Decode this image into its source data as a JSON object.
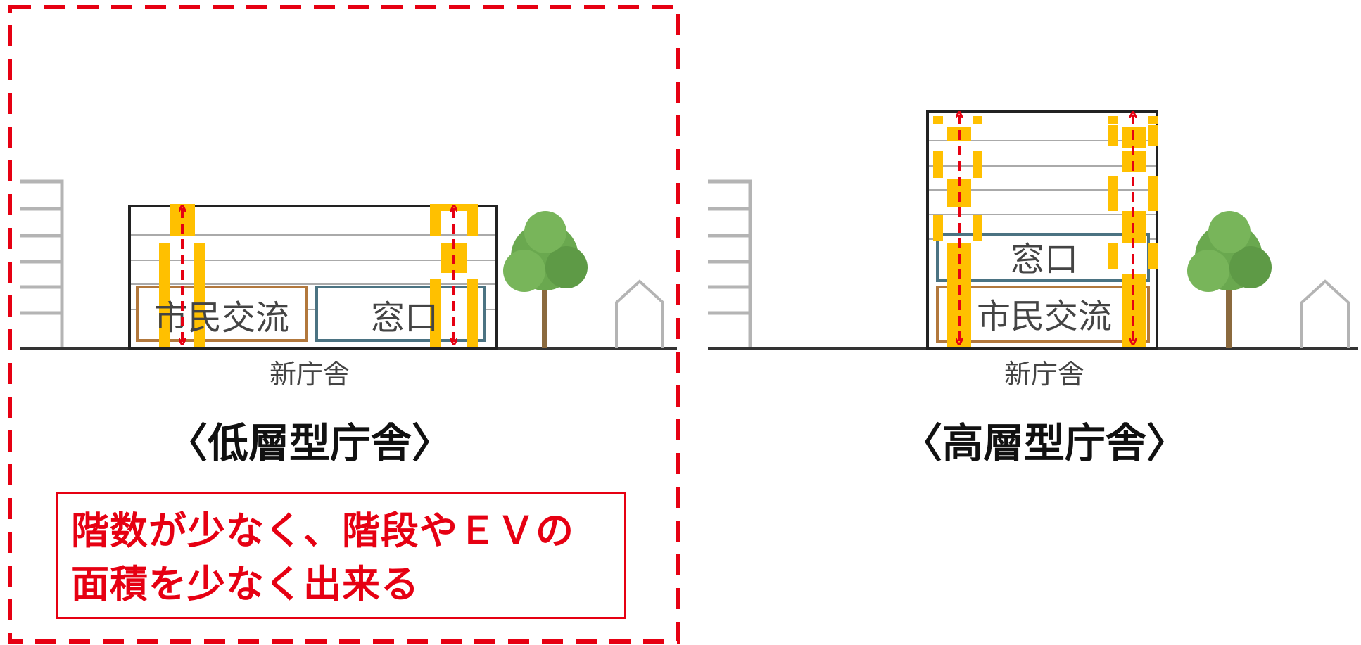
{
  "colors": {
    "highlight_dash": "#e60012",
    "core_yellow": "#ffc000",
    "arrow_red": "#e60012",
    "civic_box": "#b2783c",
    "window_box": "#4b7382",
    "ground": "#333333",
    "neighbor_building": "#b4b4b4",
    "tree_foliage": "#6aa84f",
    "tree_trunk": "#8b6a3e"
  },
  "low_rise": {
    "civic_exchange_label": "市民交流",
    "window_label": "窓口",
    "building_label": "新庁舎",
    "caption": "〈低層型庁舎〉"
  },
  "high_rise": {
    "window_label": "窓口",
    "civic_exchange_label": "市民交流",
    "building_label": "新庁舎",
    "caption": "〈高層型庁舎〉"
  },
  "note": {
    "line1": "階数が少なく、階段やＥＶの",
    "line2": "面積を少なく出来る"
  },
  "icons": [
    "house-icon",
    "tree-icon",
    "double-arrow-icon"
  ]
}
